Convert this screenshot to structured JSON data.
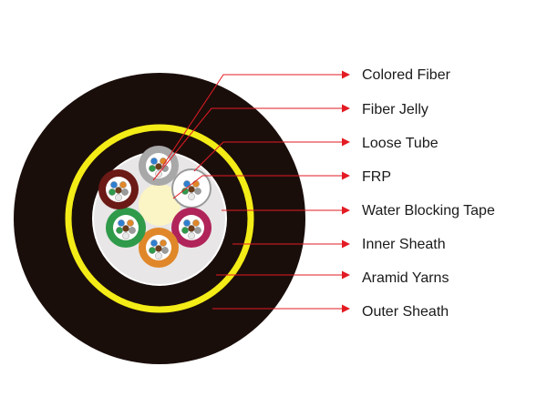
{
  "labels": {
    "colored_fiber": "Colored Fiber",
    "fiber_jelly": "Fiber Jelly",
    "loose_tube": "Loose Tube",
    "frp": "FRP",
    "water_blocking_tape": "Water Blocking Tape",
    "inner_sheath": "Inner Sheath",
    "aramid_yarns": "Aramid Yarns",
    "outer_sheath": "Outer Sheath"
  },
  "colors": {
    "outer_sheath": "#1a0e0b",
    "aramid_yarns": "#f3ec17",
    "inner_sheath": "#1a0e0b",
    "water_blocking_tape": "#e8e6e6",
    "frp": "#fbf4c4",
    "leader_line": "#e31b23",
    "tubes": [
      "#a8a8a8",
      "#8f8f8f",
      "#c8c8c8",
      "#b0245a",
      "#e0872a",
      "#2f9a4a",
      "#6b1a16"
    ],
    "fibers": [
      "#2f7fd0",
      "#e0872a",
      "#2f9a4a",
      "#6b3b1a",
      "#9a9a9a",
      "#e8e8e8"
    ]
  }
}
